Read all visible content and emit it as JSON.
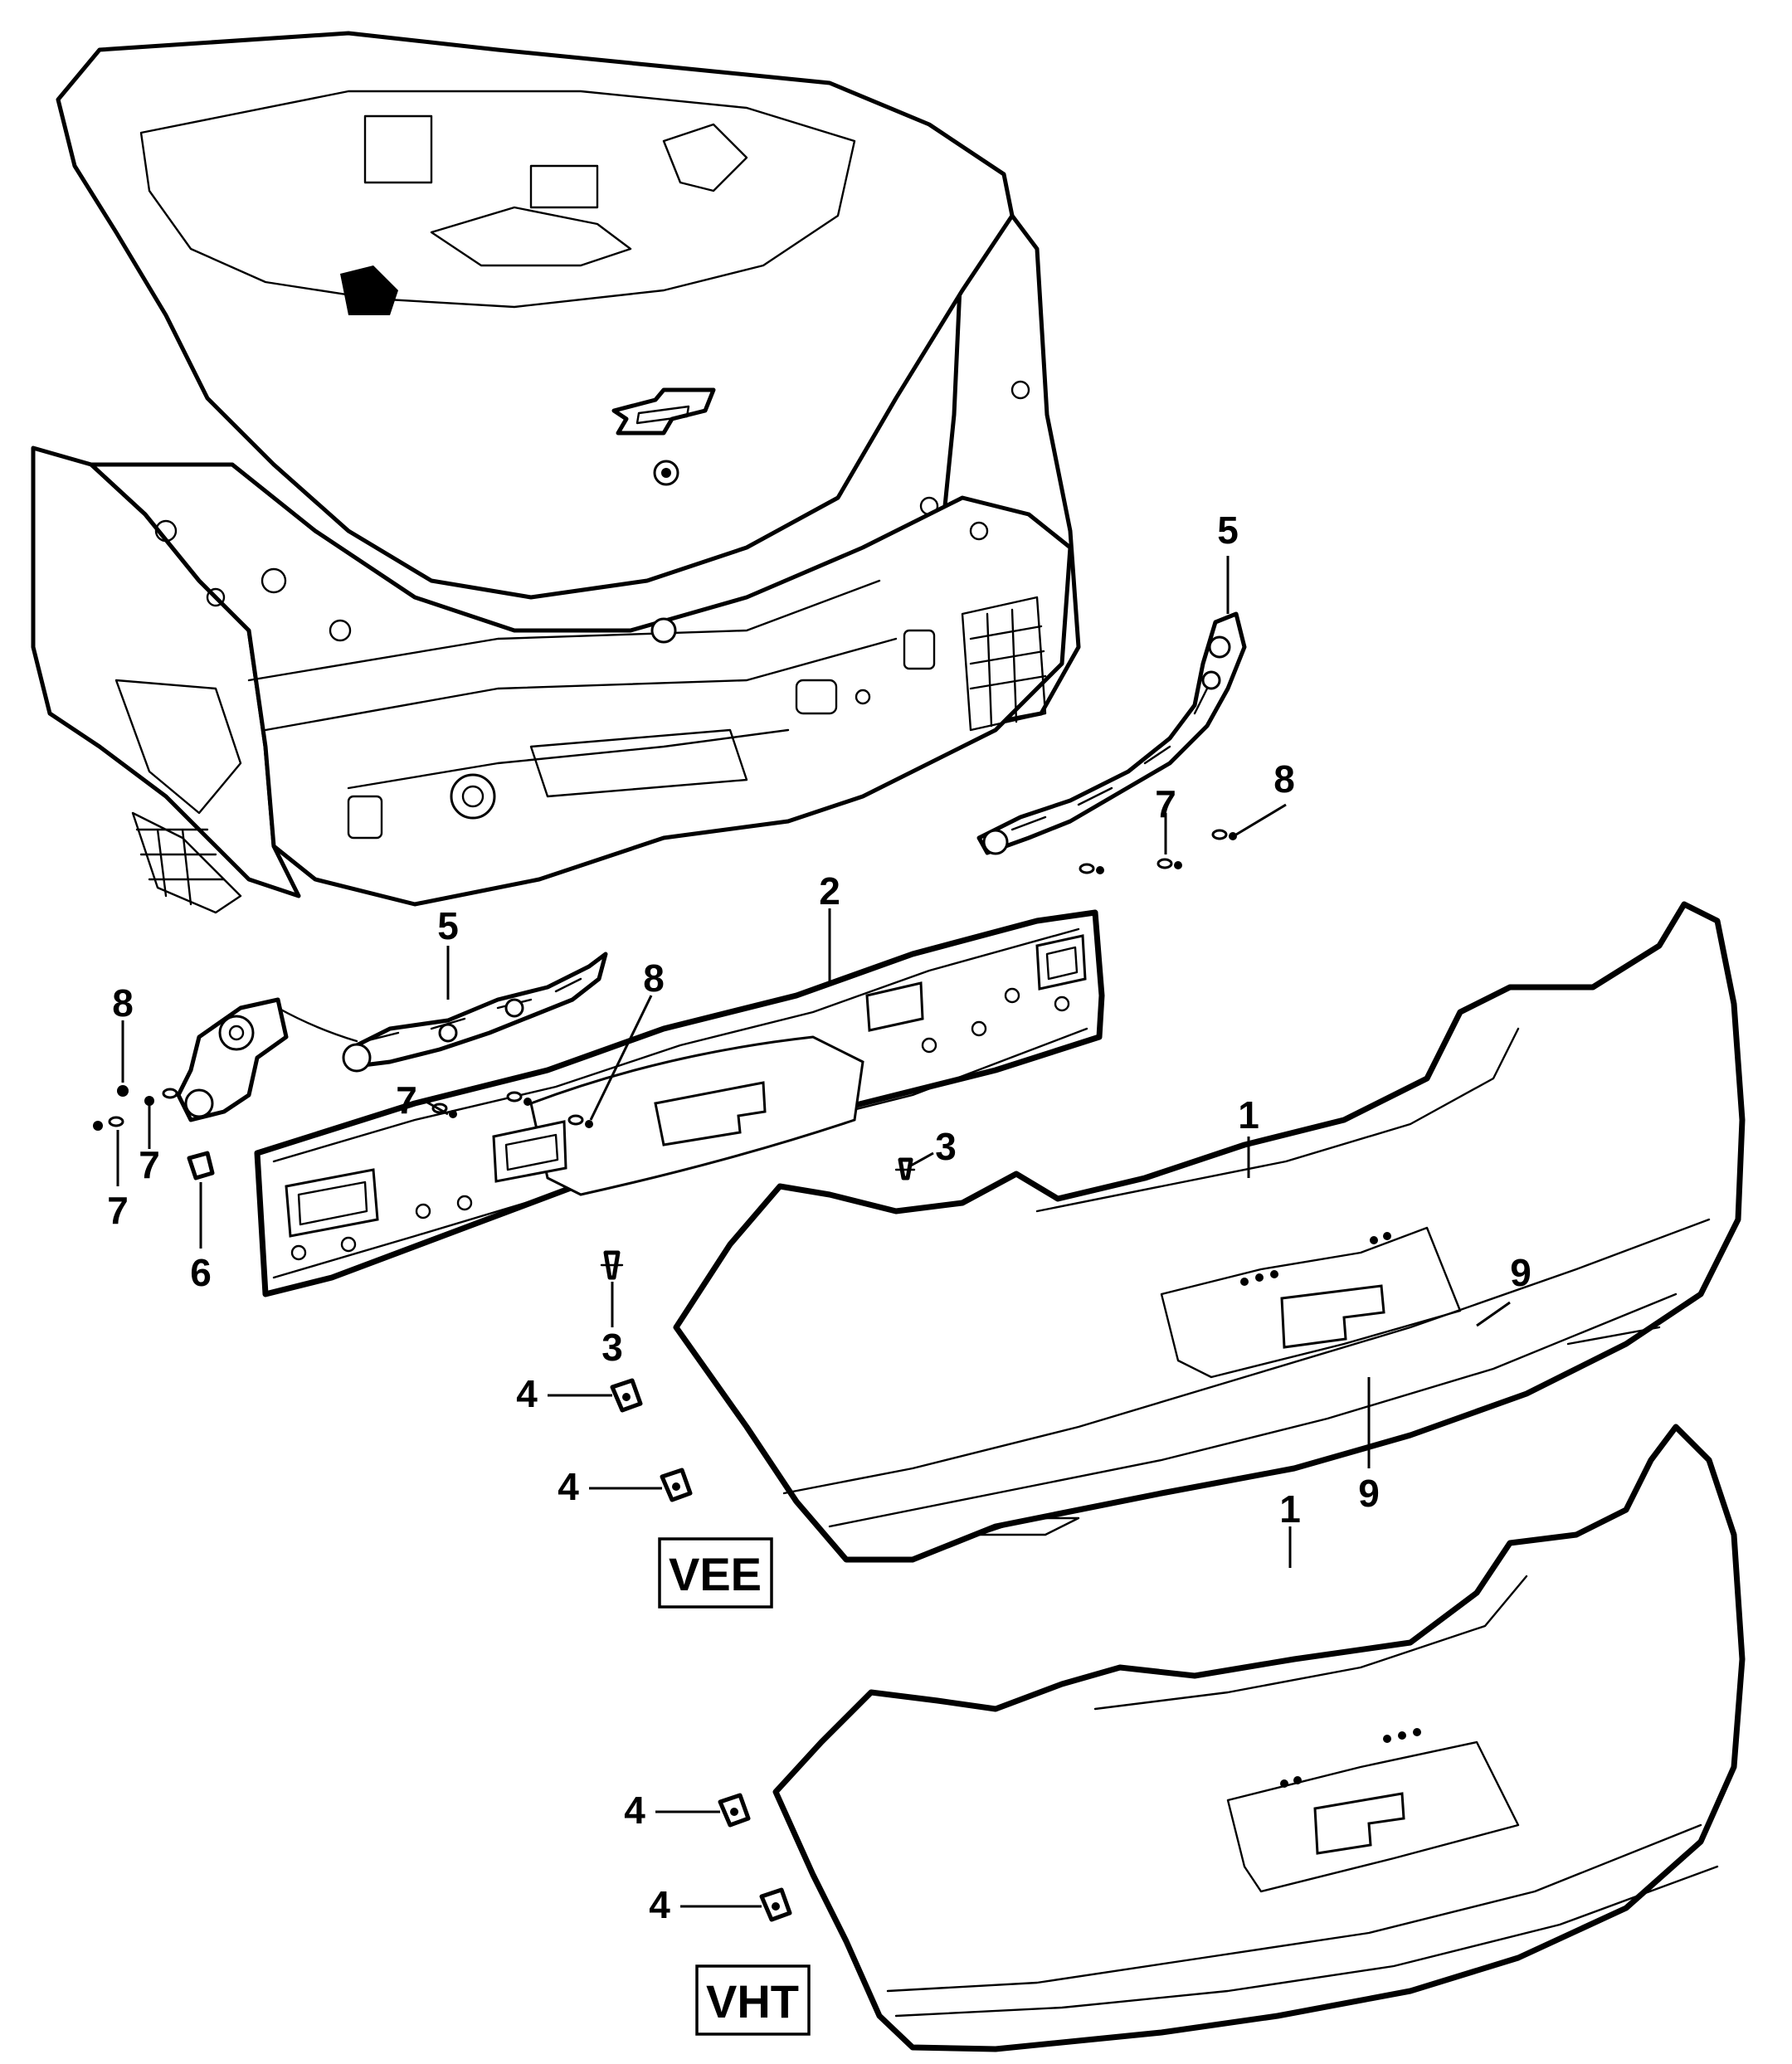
{
  "diagram": {
    "callouts": {
      "fascia_vee": "1",
      "fascia_vht": "1",
      "energy_absorber": "2",
      "retainer_lower": "3",
      "retainer_center": "3",
      "nut_vee_upper": "4",
      "nut_vee_lower": "4",
      "nut_vht_upper": "4",
      "nut_vht_lower": "4",
      "bracket_right": "5",
      "bracket_left": "5",
      "connector": "6",
      "screw_right": "7",
      "screw_left_upper": "7",
      "screw_left_mid": "7",
      "screw_left_lower": "7",
      "bolt_right": "8",
      "bolt_center": "8",
      "bolt_left": "8",
      "screw_fascia_upper": "9",
      "screw_fascia_lower": "9"
    },
    "variants": {
      "upper": "VEE",
      "lower": "VHT"
    }
  }
}
